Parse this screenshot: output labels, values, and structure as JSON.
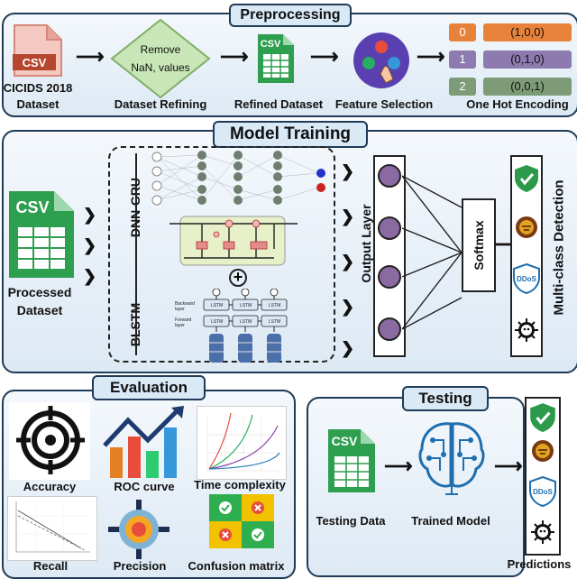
{
  "preprocessing": {
    "title": "Preprocessing",
    "dataset_label_1": "CICIDS 2018",
    "dataset_label_2": "Dataset",
    "remove_label_1": "Remove",
    "remove_label_2": "NaN, values",
    "refining_label": "Dataset Refining",
    "refined_label": "Refined Dataset",
    "feature_label": "Feature Selection",
    "encoding_label": "One Hot Encoding",
    "csv_text": "CSV",
    "encoding_rows": [
      {
        "num": "0",
        "vec": "(1,0,0)"
      },
      {
        "num": "1",
        "vec": "(0,1,0)"
      },
      {
        "num": "2",
        "vec": "(0,0,1)"
      }
    ]
  },
  "model_training": {
    "title": "Model Training",
    "processed_label_1": "Processed",
    "processed_label_2": "Dataset",
    "dnn_gru": "DNN-GRU",
    "blstm": "BLSTM",
    "plus": "+",
    "output_layer": "Output Layer",
    "softmax": "Softmax",
    "multiclass": "Multi-class Detection",
    "ddos": "DDoS",
    "lstm": "LSTM",
    "backward_layer": "Backward layer",
    "forward_layer": "Forward layer"
  },
  "evaluation": {
    "title": "Evaluation",
    "accuracy": "Accuracy",
    "roc": "ROC curve",
    "time": "Time complexity",
    "recall": "Recall",
    "precision": "Precision",
    "confusion": "Confusion matrix"
  },
  "testing": {
    "title": "Testing",
    "testing_data": "Testing Data",
    "trained_model": "Trained Model",
    "predictions": "Predictions",
    "ddos": "DDoS"
  },
  "colors": {
    "csv_red": "#c0392b",
    "csv_green": "#2e9e4f",
    "orange": "#e8823a",
    "purple": "#8d7bb0",
    "sage": "#7c9b76",
    "node": "#8a6aa0"
  }
}
